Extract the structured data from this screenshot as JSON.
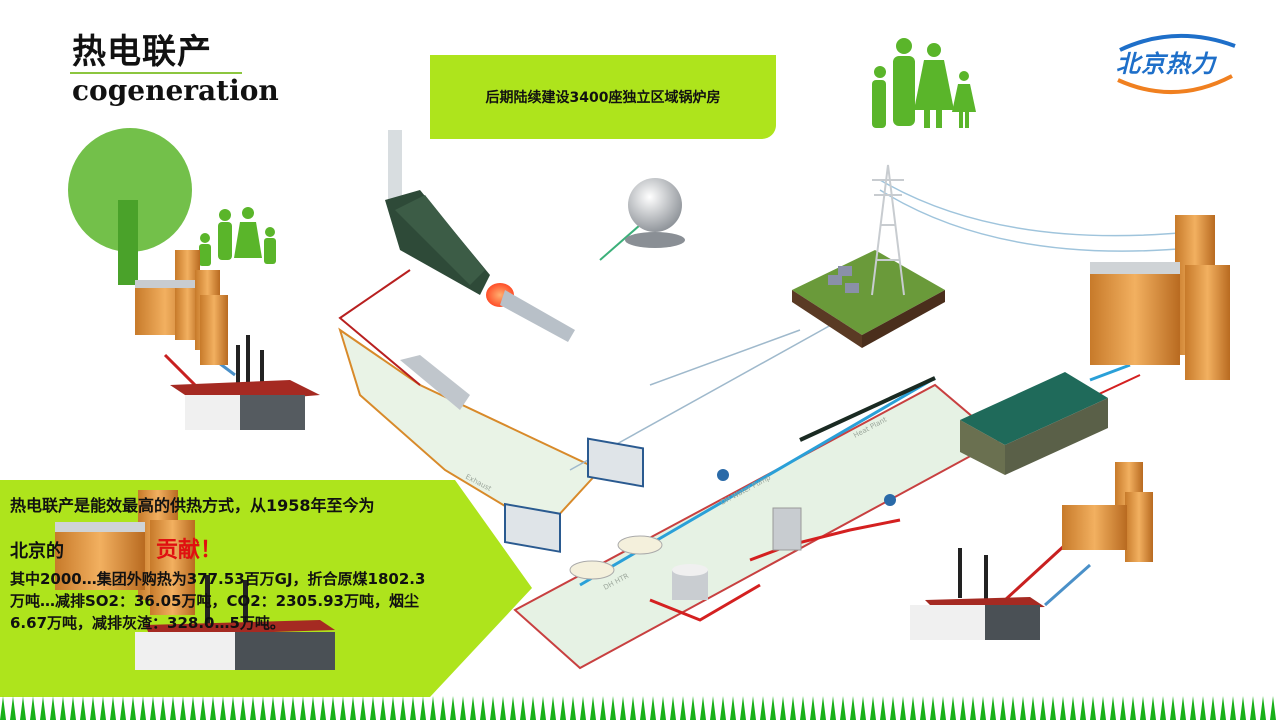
{
  "header": {
    "title_cn": "热电联产",
    "title_en": "cogeneration"
  },
  "note": {
    "text": "后期陆续建设3400座独立区域锅炉房"
  },
  "logo": {
    "text": "北京热力",
    "primary_color": "#1e6fc9",
    "accent_color": "#f08020"
  },
  "diagram": {
    "labels": {
      "exhaust": "Exhaust",
      "dh_water_pump": "DH Water Pump",
      "heat_plant": "Heat Plant",
      "dh_htr": "DH HTR"
    },
    "icons": [
      "tree-icon",
      "family-icon",
      "power-plant-icon",
      "gas-tank-icon",
      "turbine-icon",
      "generator-icon",
      "transmission-tower-icon",
      "heat-plant-icon",
      "boiler-house-icon",
      "apartment-buildings-icon"
    ],
    "colors": {
      "supply_pipe": "#d42020",
      "return_pipe": "#2aa0d8",
      "exhaust_pipe": "#d88a2a",
      "accent_green": "#aee41c",
      "icon_green": "#5ab52a"
    }
  },
  "panel": {
    "line1": "热电联产是能效最高的供热方式，从1958年至今为",
    "line2_prefix": "北京的",
    "line2_highlight": "贡献！",
    "body": "其中2000…集团外购热为377.53百万GJ，折合原煤1802.3万吨…减排SO2：36.05万吨，CO2：2305.93万吨，烟尘6.67万吨，减排灰渣：328.0…5万吨。"
  }
}
